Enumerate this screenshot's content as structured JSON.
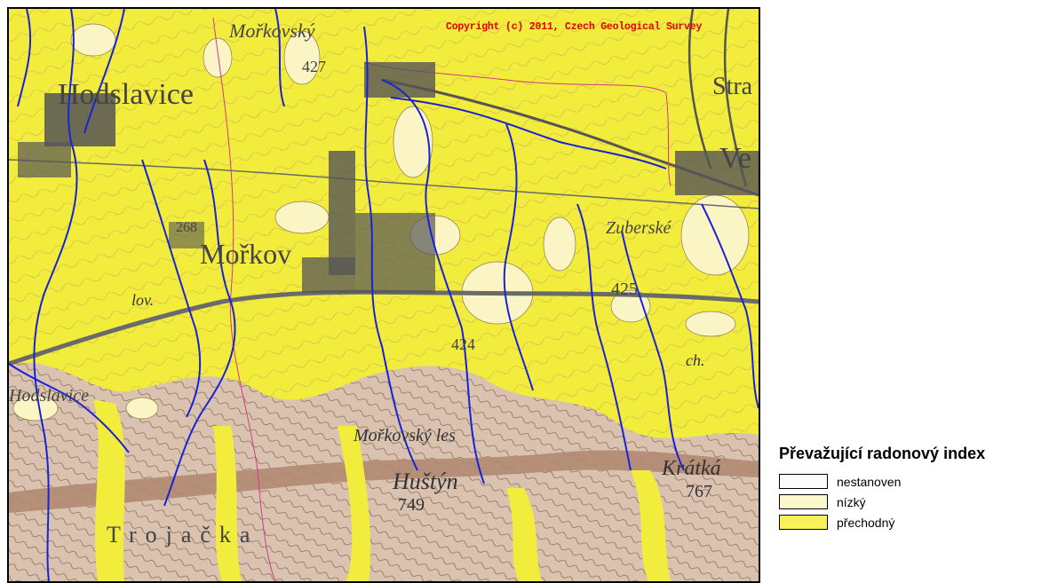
{
  "map": {
    "copyright": "Copyright (c) 2011, Czech Geological Survey",
    "place_labels": [
      "Hodslavice",
      "Mořkovský",
      "427",
      "Mořkov",
      "Zuberské",
      "425",
      "Stra",
      "Ve",
      "lov.",
      "ch.",
      "Mořkovský les",
      "Huštýn",
      "749",
      "Krátká",
      "767",
      "Trojačka",
      "424",
      "Hodslavice",
      "268"
    ],
    "colors": {
      "prechodny_fill": "#f2ec3c",
      "nizky_fill": "#fbf5c6",
      "rocky_fill": "#c9ab98",
      "stream": "#1a22d6",
      "settlement": "#555555",
      "copyright_text": "#e00000"
    }
  },
  "legend": {
    "title": "Převažující radonový index",
    "items": [
      {
        "label": "nestanoven",
        "color": "#fbfbfc"
      },
      {
        "label": "nízký",
        "color": "#fbf7cf"
      },
      {
        "label": "přechodný",
        "color": "#f7f15a"
      }
    ]
  }
}
